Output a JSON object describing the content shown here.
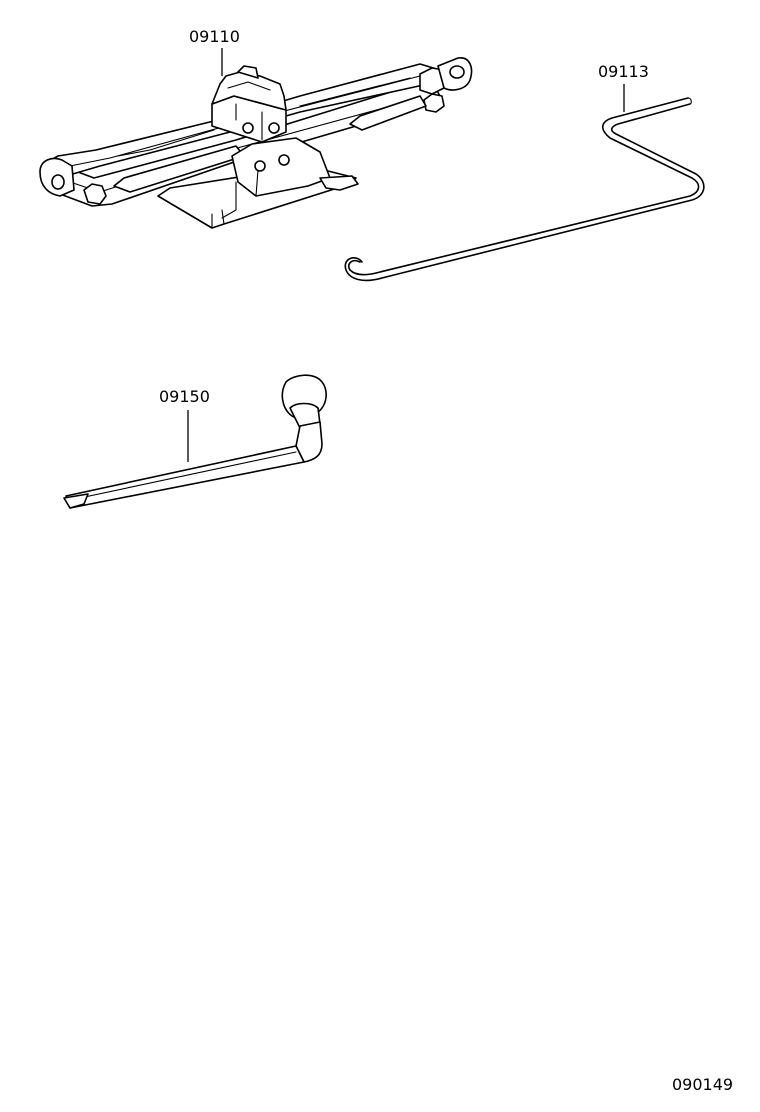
{
  "parts": [
    {
      "id": "jack",
      "number": "09110"
    },
    {
      "id": "jack-handle",
      "number": "09113"
    },
    {
      "id": "wheel-wrench",
      "number": "09150"
    }
  ],
  "illustration_code": "090149",
  "icons": [
    "scissor-jack-icon",
    "jack-handle-rod-icon",
    "lug-wrench-icon"
  ]
}
